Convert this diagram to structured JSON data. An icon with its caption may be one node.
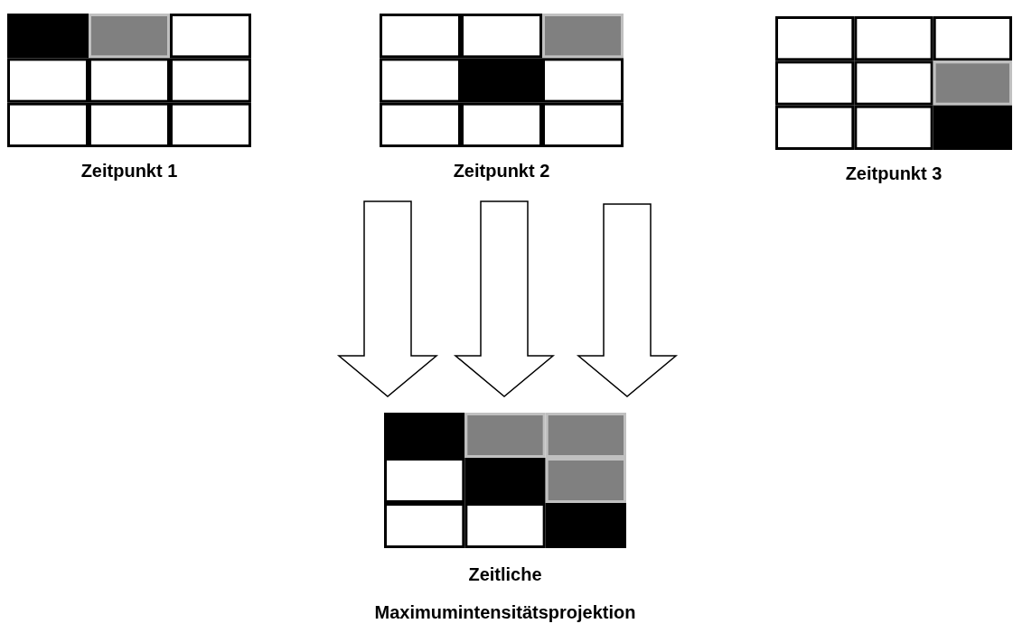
{
  "diagram": {
    "nodes": [
      {
        "text": [
          "Zeitpunkt 1"
        ]
      },
      {
        "text": [
          "Zeitpunkt 2"
        ]
      },
      {
        "text": [
          "Zeitpunkt 3"
        ]
      },
      {
        "text": [
          "Zeitliche Maximumintensitätsprojektion"
        ]
      }
    ],
    "edges": [
      {
        "from": 0,
        "to": 3,
        "arrow": "to"
      },
      {
        "from": 1,
        "to": 3,
        "arrow": "to"
      },
      {
        "from": 2,
        "to": 3,
        "arrow": "to"
      }
    ]
  }
}
